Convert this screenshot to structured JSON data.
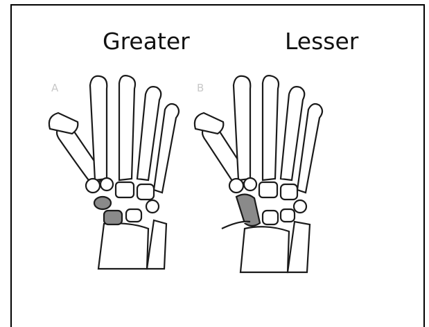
{
  "labels": {
    "left": "Greater",
    "right": "Lesser"
  },
  "panel_tags": {
    "left": "A",
    "right": "B"
  },
  "colors": {
    "highlight": "#8a8a8a",
    "outline": "#1a1a1a",
    "border": "#000000"
  }
}
